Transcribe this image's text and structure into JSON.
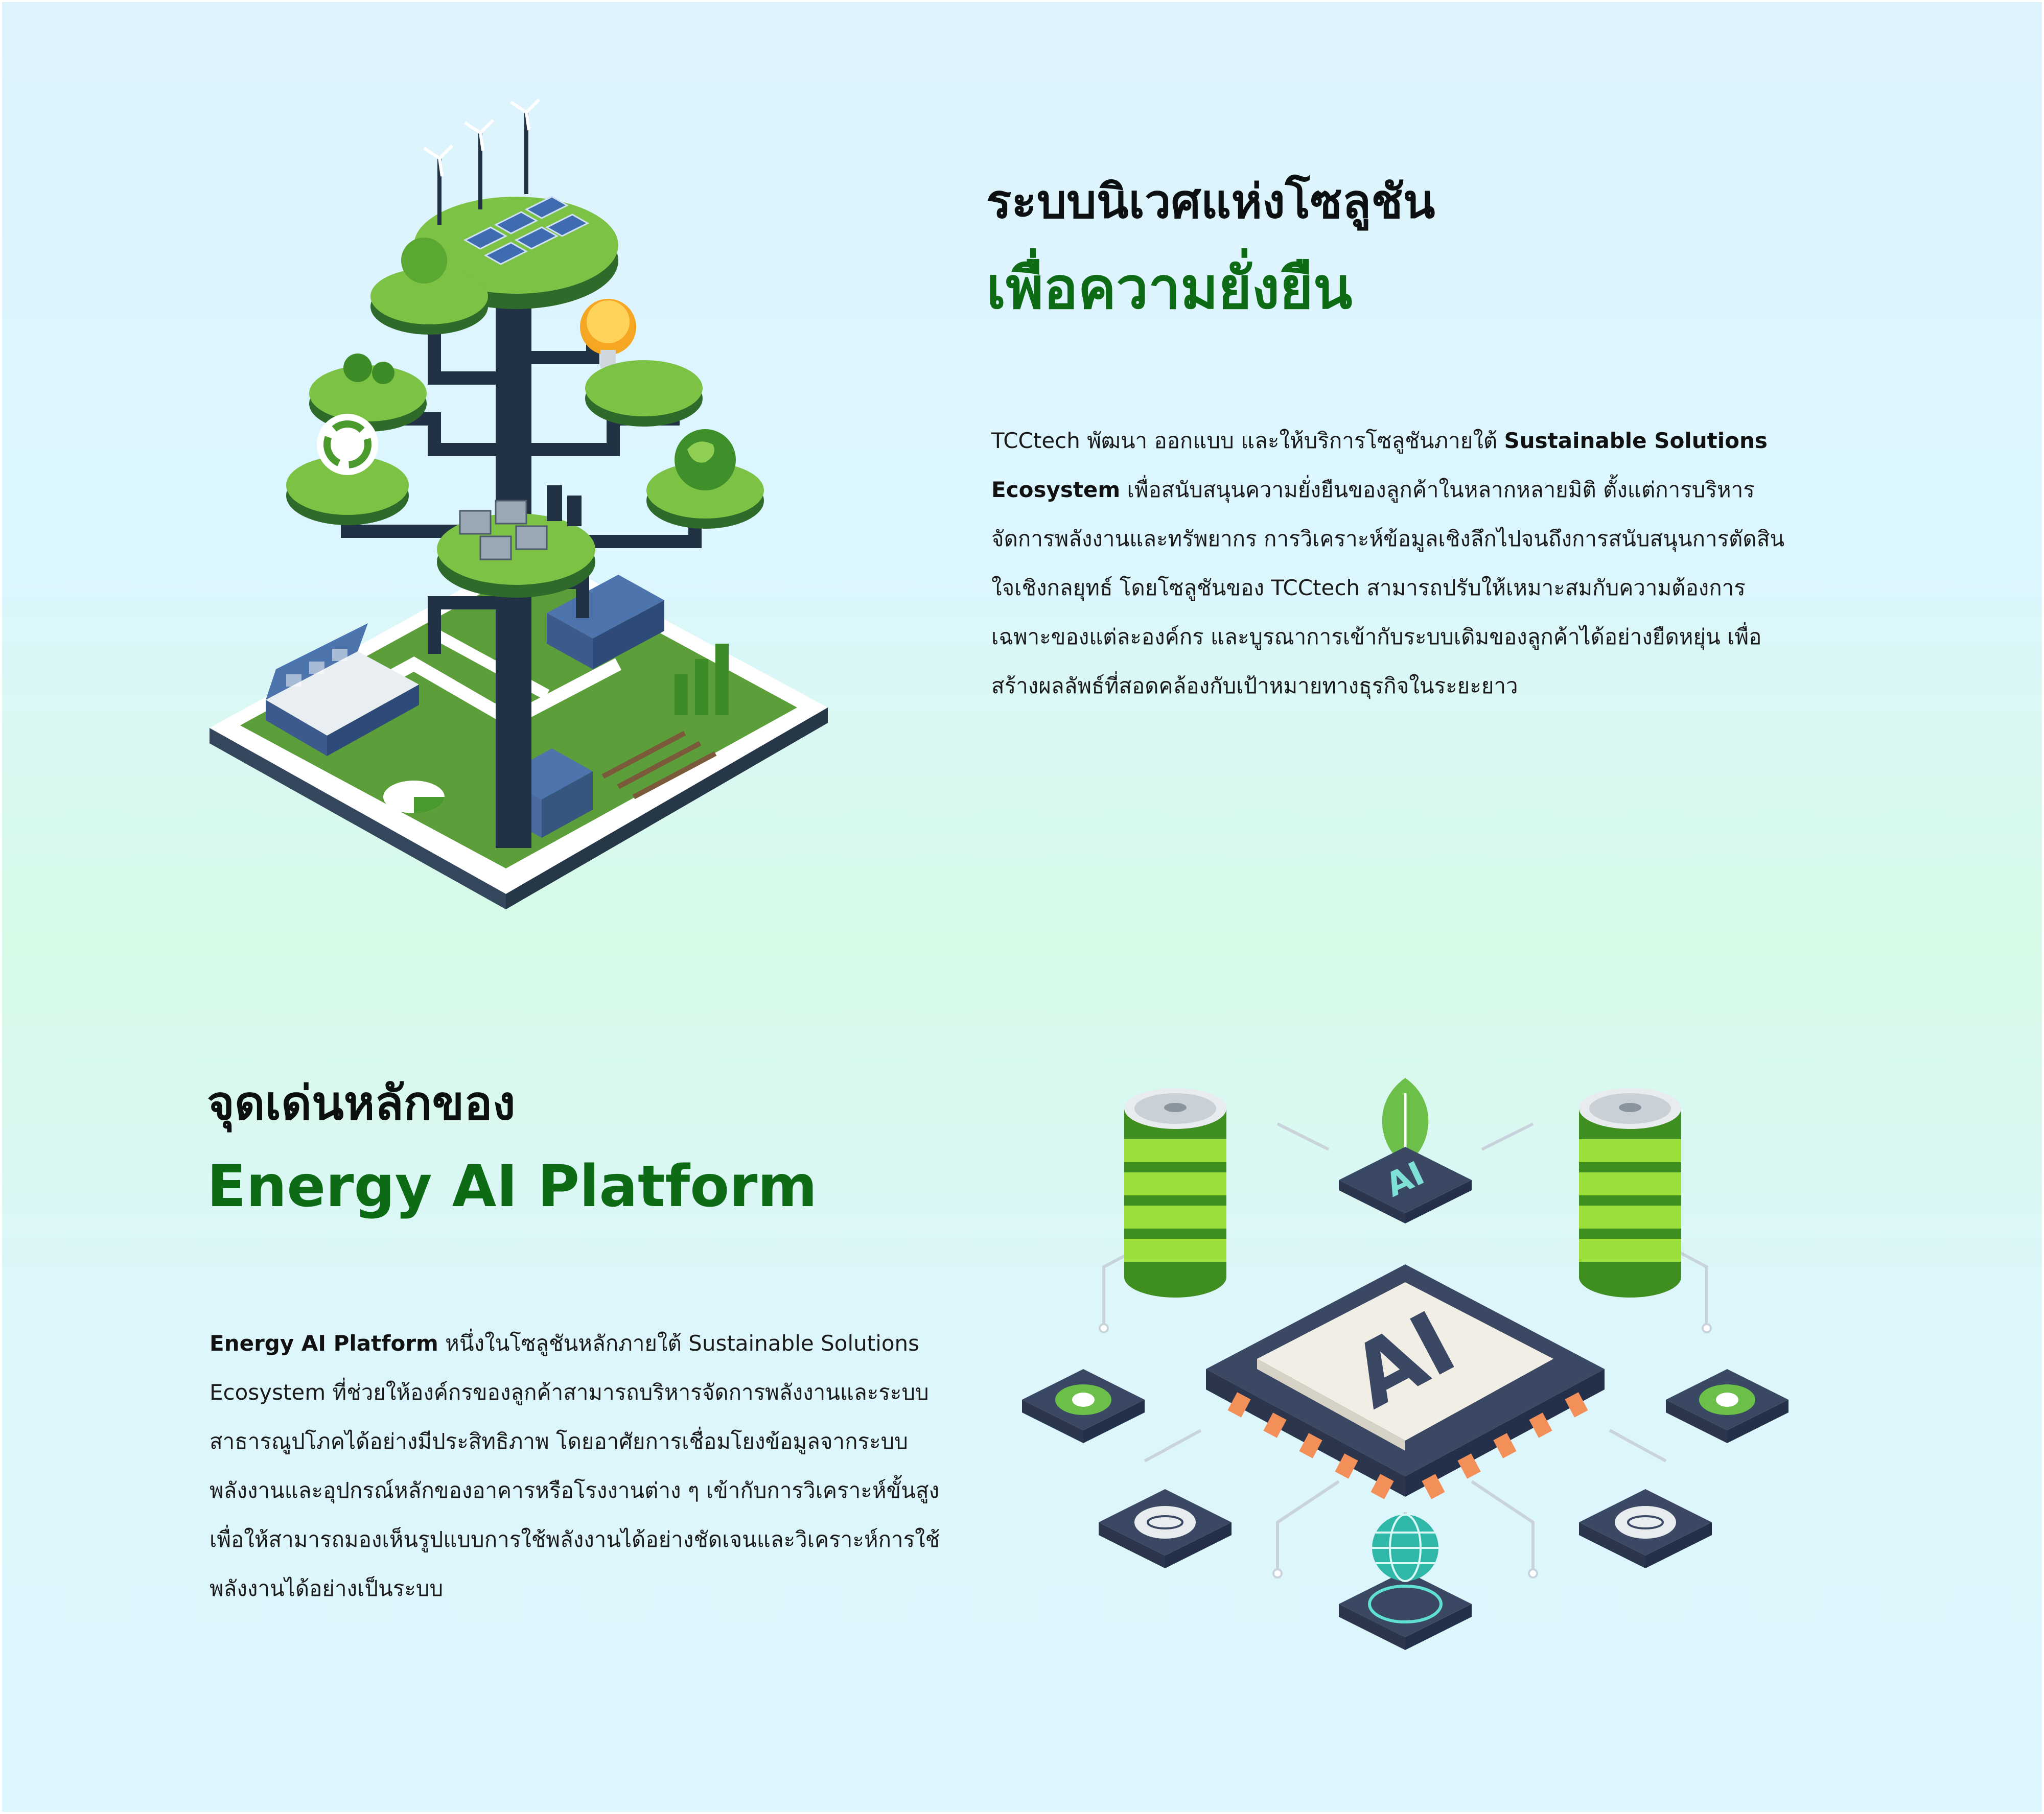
{
  "section1": {
    "title_line1": "ระบบนิเวศแห่งโซลูชัน",
    "title_line2": "เพื่อความยั่งยืน",
    "paragraph_intro": "TCCtech พัฒนา ออกแบบ และให้บริการโซลูชันภายใต้ ",
    "paragraph_bold": "Sustainable Solutions Ecosystem",
    "paragraph_rest": " เพื่อสนับสนุนความยั่งยืนของลูกค้าในหลากหลายมิติ ตั้งแต่การบริหารจัดการพลังงานและทรัพยากร การวิเคราะห์ข้อมูลเชิงลึกไปจนถึงการสนับสนุนการตัดสินใจเชิงกลยุทธ์ โดยโซลูชันของ TCCtech สามารถปรับให้เหมาะสมกับความต้องการเฉพาะของแต่ละองค์กร และบูรณาการเข้ากับระบบเดิมของลูกค้าได้อย่างยืดหยุ่น เพื่อสร้างผลลัพธ์ที่สอดคล้องกับเป้าหมายทางธุรกิจในระยะยาว",
    "illustration_icon": "sustainable-city-tree-illustration"
  },
  "section2": {
    "title_line1": "จุดเด่นหลักของ",
    "title_line2": "Energy AI Platform",
    "paragraph_bold": "Energy AI Platform",
    "paragraph_rest": " หนึ่งในโซลูชันหลักภายใต้ Sustainable Solutions Ecosystem ที่ช่วยให้องค์กรของลูกค้าสามารถบริหารจัดการพลังงานและระบบสาธารณูปโภคได้อย่างมีประสิทธิภาพ โดยอาศัยการเชื่อมโยงข้อมูลจากระบบพลังงานและอุปกรณ์หลักของอาคารหรือโรงงานต่าง ๆ เข้ากับการวิเคราะห์ขั้นสูงเพื่อให้สามารถมองเห็นรูปแบบการใช้พลังงานได้อย่างชัดเจนและวิเคราะห์การใช้พลังงานได้อย่างเป็นระบบ",
    "illustration_icon": "ai-chip-energy-illustration",
    "chip_label": "AI",
    "small_chip_label": "AI"
  },
  "colors": {
    "title_dark": "#0d1010",
    "title_green": "#0c6b14",
    "platform_green": "#5aa832",
    "chip_navy": "#3b4863",
    "battery_green": "#8bd12e"
  }
}
